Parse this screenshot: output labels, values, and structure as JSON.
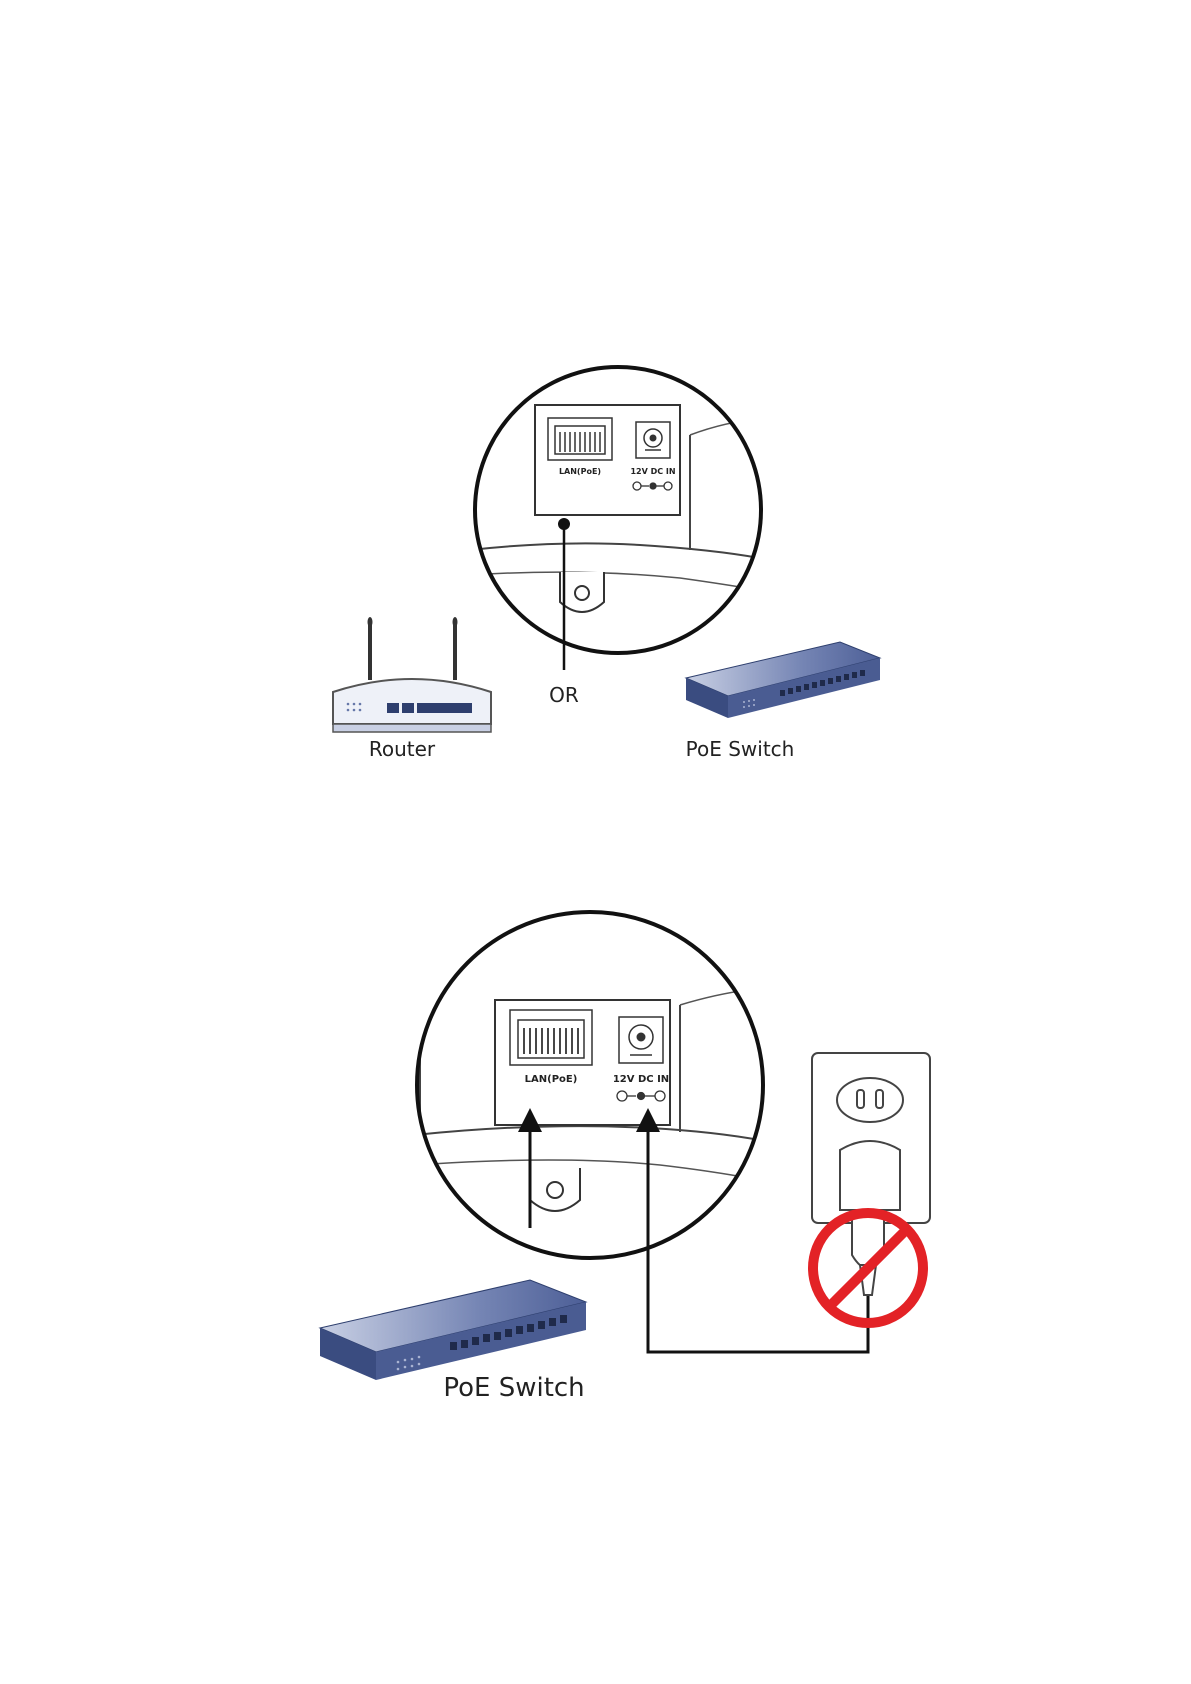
{
  "figure1": {
    "port_lan": "LAN(PoE)",
    "port_dc": "12V DC IN",
    "or_label": "OR",
    "router_label": "Router",
    "switch_label": "PoE Switch"
  },
  "figure2": {
    "port_lan": "LAN(PoE)",
    "port_dc": "12V DC IN",
    "switch_label": "PoE Switch"
  },
  "colors": {
    "switch_top": "#5a6ea3",
    "switch_dark": "#2e3f6e",
    "prohibit_red": "#e32226",
    "outline": "#111111"
  },
  "icons": [
    "router-icon",
    "poe-switch-icon",
    "wall-outlet-icon",
    "prohibited-icon",
    "lan-port-icon",
    "dc-jack-icon",
    "screw-hole-icon"
  ]
}
